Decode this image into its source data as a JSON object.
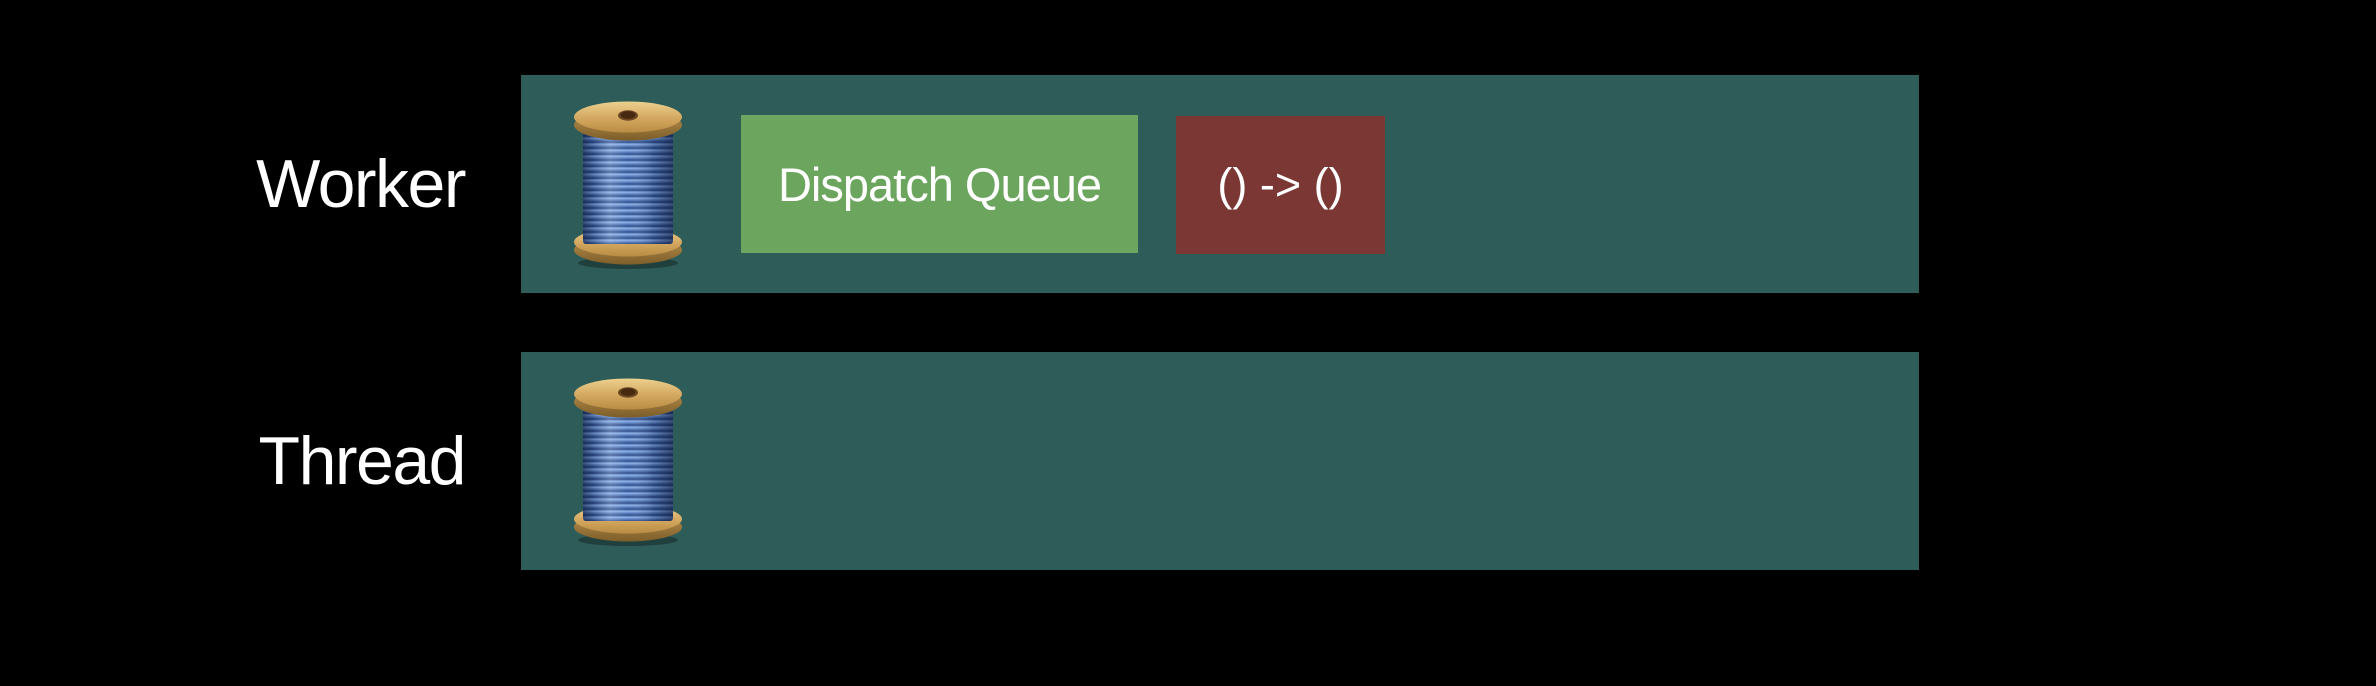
{
  "slide": {
    "background_color": "#000000",
    "text_color": "#ffffff",
    "bar_color": "#2e5c59",
    "rows": [
      {
        "label": "Worker",
        "icon": "thread-spool-icon",
        "boxes": [
          {
            "label": "Dispatch Queue",
            "color": "#6ba55e"
          },
          {
            "label": "() -> ()",
            "color": "#7a3734"
          }
        ]
      },
      {
        "label": "Thread",
        "icon": "thread-spool-icon",
        "boxes": []
      }
    ]
  }
}
